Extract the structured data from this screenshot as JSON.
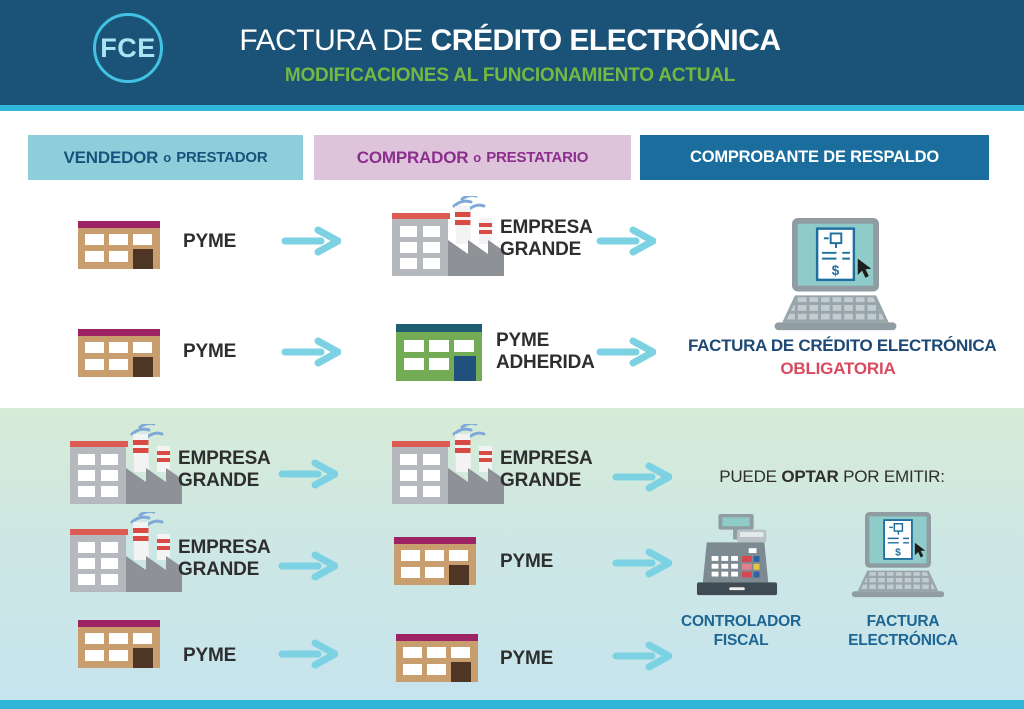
{
  "header": {
    "logo_text": "FCE",
    "title_regular": "FACTURA DE ",
    "title_bold": "CRÉDITO ELECTRÓNICA",
    "subtitle": "MODIFICACIONES AL FUNCIONAMIENTO ACTUAL"
  },
  "column_headers": {
    "seller_strong": "VENDEDOR",
    "seller_small": "o",
    "seller_rest": "PRESTADOR",
    "buyer_strong": "COMPRADOR",
    "buyer_small": "o",
    "buyer_rest": "PRESTATARIO",
    "voucher": "COMPROBANTE DE RESPALDO"
  },
  "rows": [
    {
      "seller": "PYME",
      "buyer": "EMPRESA GRANDE"
    },
    {
      "seller": "PYME",
      "buyer": "PYME ADHERIDA"
    },
    {
      "seller": "EMPRESA GRANDE",
      "buyer": "EMPRESA GRANDE"
    },
    {
      "seller": "EMPRESA GRANDE",
      "buyer": "PYME"
    },
    {
      "seller": "PYME",
      "buyer": "PYME"
    }
  ],
  "mandatory_panel": {
    "title": "FACTURA DE CRÉDITO ELECTRÓNICA",
    "badge": "OBLIGATORIA"
  },
  "optional_panel": {
    "lead_pre": "PUEDE ",
    "lead_bold": "OPTAR",
    "lead_post": " POR EMITIR:",
    "option1_line1": "CONTROLADOR",
    "option1_line2": "FISCAL",
    "option2_line1": "FACTURA",
    "option2_line2": "ELECTRÓNICA"
  },
  "icons": {
    "invoice_dollar": "$"
  },
  "colors": {
    "header_bg": "#1b5378",
    "accent_cyan": "#2fb6d8",
    "subtitle_green": "#74b843",
    "seller_header_bg": "#8ccfdb",
    "buyer_header_bg": "#ddc4da",
    "voucher_header_bg": "#1a6d9d",
    "arrow": "#7cd2e2",
    "mandatory_red": "#d84a60",
    "deep_blue_text": "#1c4a74",
    "option_blue_text": "#1d6694"
  }
}
